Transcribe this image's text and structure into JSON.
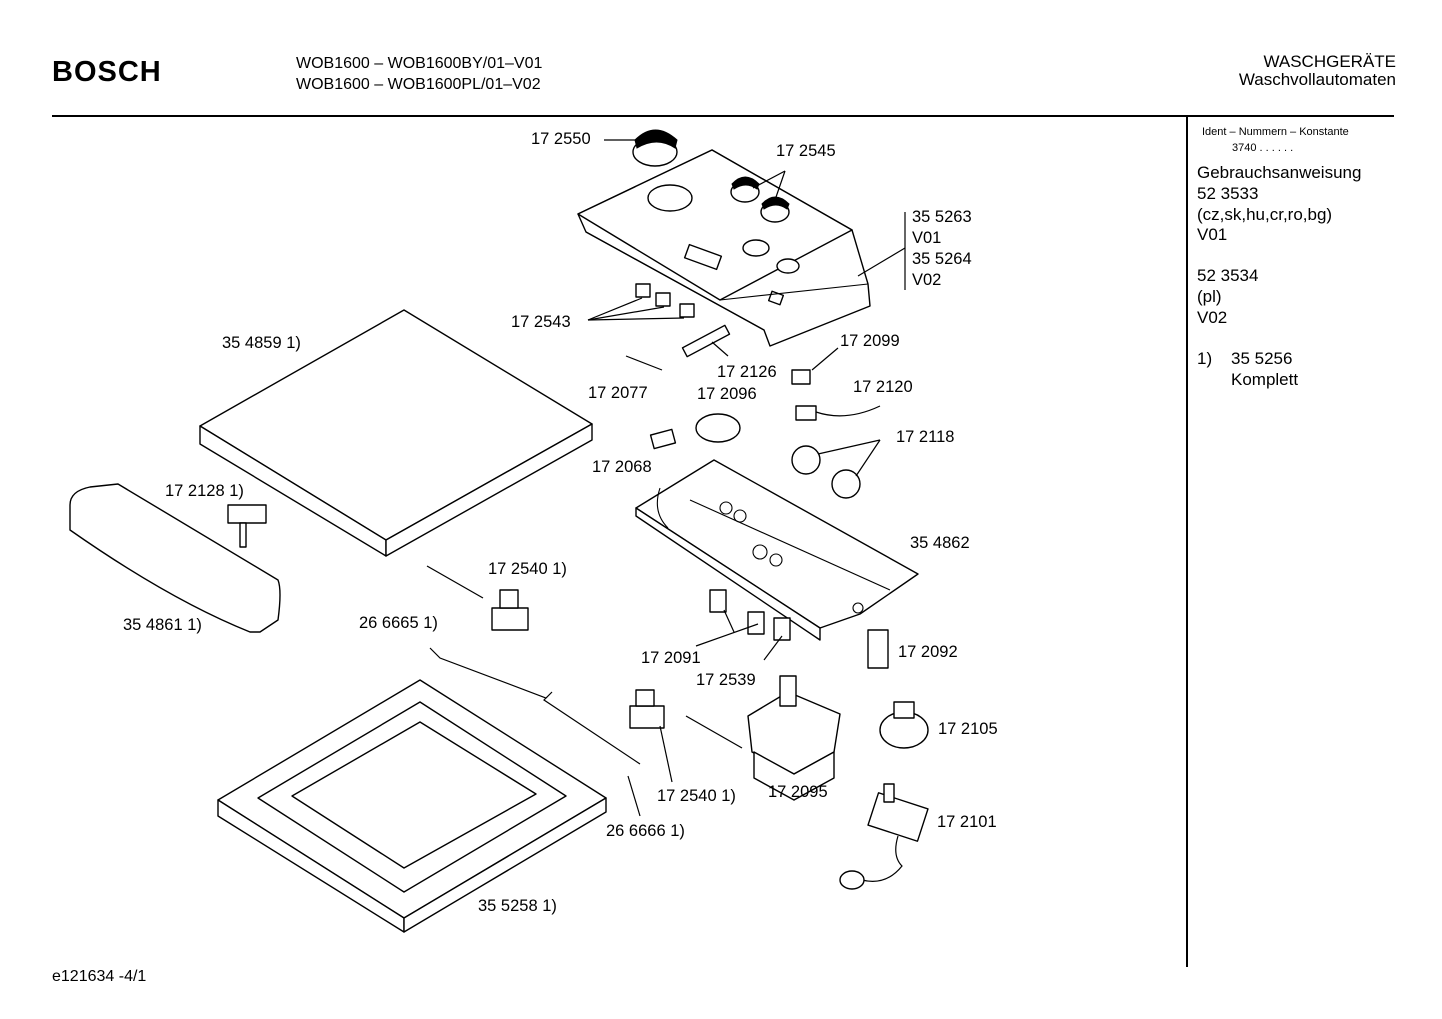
{
  "header": {
    "brand": "BOSCH",
    "model_lines": [
      "WOB1600 – WOB1600BY/01–V01",
      "WOB1600 – WOB1600PL/01–V02"
    ],
    "category": "WASCHGERÄTE",
    "subcategory": "Waschvollautomaten"
  },
  "side_panel": {
    "ident_heading": "Ident – Nummern – Konstante",
    "ident_value": "3740  .  .    .  .  .  .",
    "manual_title": "Gebrauchsanweisung",
    "manual_entries": [
      {
        "number": "52 3533",
        "languages": "(cz,sk,hu,cr,ro,bg)",
        "version": "V01"
      },
      {
        "number": "52 3534",
        "languages": "(pl)",
        "version": "V02"
      }
    ],
    "footnote_marker": "1)",
    "footnote_number": "35 5256",
    "footnote_text": "Komplett"
  },
  "part_labels": [
    "17 2550",
    "17 2545",
    "35 5263",
    "V01",
    "35 5264",
    "V02",
    "17 2543",
    "35 4859 1)",
    "17 2099",
    "17 2126",
    "17 2077",
    "17 2096",
    "17 2120",
    "17 2118",
    "17 2068",
    "17 2128 1)",
    "35 4862",
    "17 2540 1)",
    "35 4861 1)",
    "26 6665 1)",
    "17 2091",
    "17 2092",
    "17 2539",
    "17 2105",
    "17 2540 1)",
    "17 2095",
    "26 6666 1)",
    "17 2101",
    "35 5258 1)"
  ],
  "footer": {
    "drawing_id": "e121634  -4/1"
  }
}
